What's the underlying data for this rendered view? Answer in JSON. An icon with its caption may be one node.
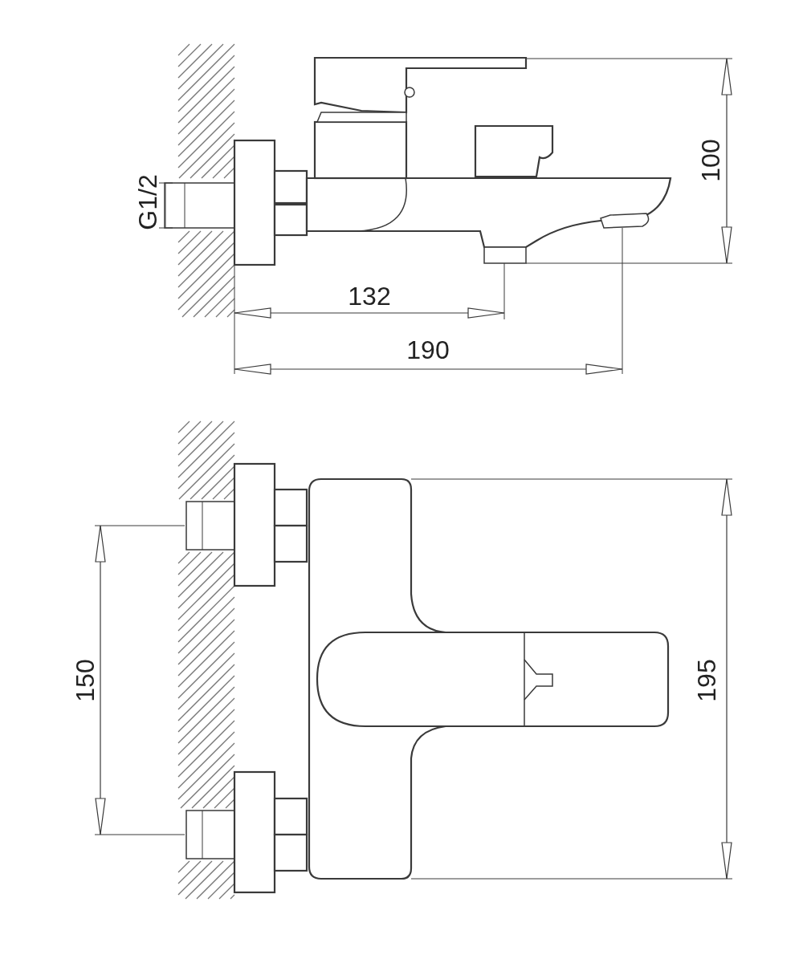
{
  "diagram": {
    "labels": [
      "100",
      "G1/2",
      "132",
      "190",
      "150",
      "195"
    ]
  }
}
